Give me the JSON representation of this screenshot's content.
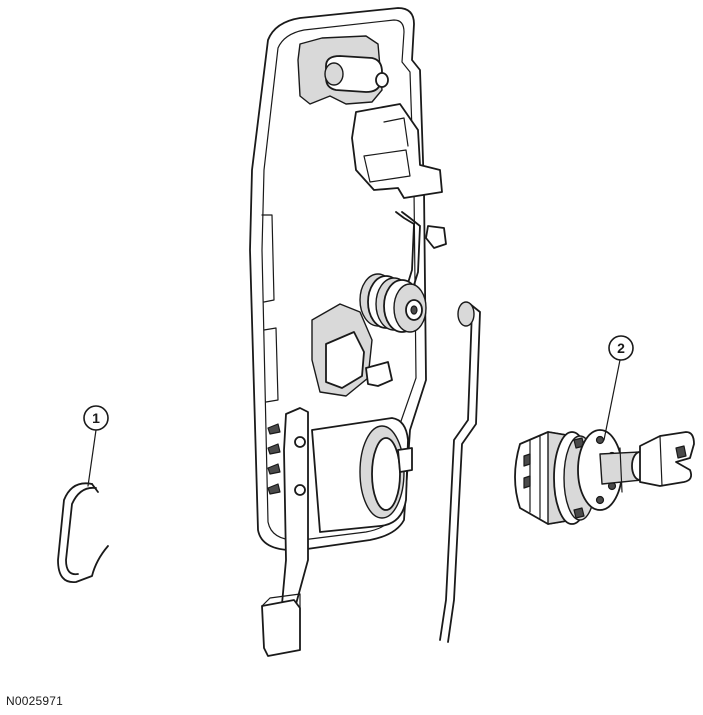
{
  "figure_id": "N0025971",
  "callouts": [
    {
      "number": "1",
      "part": "retaining-clip"
    },
    {
      "number": "2",
      "part": "lock-cylinder"
    }
  ],
  "colors": {
    "line": "#1a1a1a",
    "shade_light": "#d9d9d9",
    "shade_mid": "#9a9a9a",
    "shade_dark": "#4a4a4a",
    "background": "#ffffff"
  }
}
